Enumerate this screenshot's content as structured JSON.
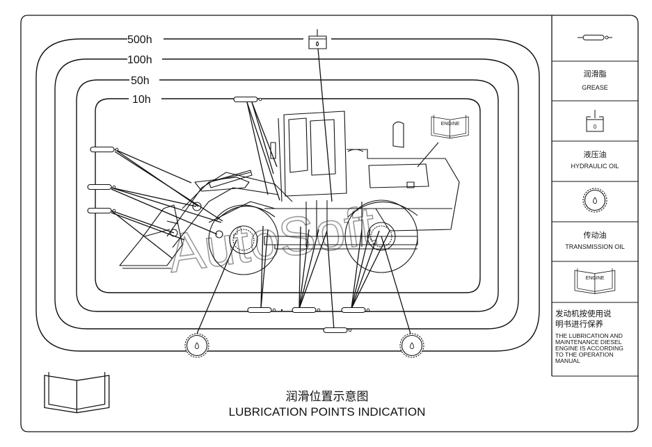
{
  "diagram": {
    "intervals": [
      "500h",
      "100h",
      "50h",
      "10h"
    ],
    "legend": [
      {
        "icon": "grease-fitting-icon",
        "cn": "润滑脂",
        "en": "GREASE"
      },
      {
        "icon": "hydraulic-tank-icon",
        "cn": "液压油",
        "en": "HYDRAULIC OIL"
      },
      {
        "icon": "gear-icon",
        "cn": "传动油",
        "en": "TRANSMISSION OIL"
      },
      {
        "icon": "engine-manual-icon",
        "cn": "发动机按使用说明书进行保养",
        "en": "THE LUBRICATION AND MAINTENANCE DIESEL ENGINE IS ACCORDING TO THE OPERATION MANUAL"
      }
    ],
    "legend_cn_lines": [
      "发动机按使用说",
      "明书进行保养"
    ],
    "legend_en_lines": [
      "THE LUBRICATION AND",
      "MAINTENANCE DIESEL",
      "ENGINE IS ACCORDING",
      "TO THE OPERATION",
      "MANUAL"
    ],
    "engine_book_label": "ENGINE",
    "title_cn": "润滑位置示意图",
    "title_en": "LUBRICATION POINTS INDICATION",
    "watermark": "AutoSoft"
  },
  "colors": {
    "line": "#111111",
    "watermark_stroke": "#9a9a9a",
    "background": "#ffffff"
  }
}
